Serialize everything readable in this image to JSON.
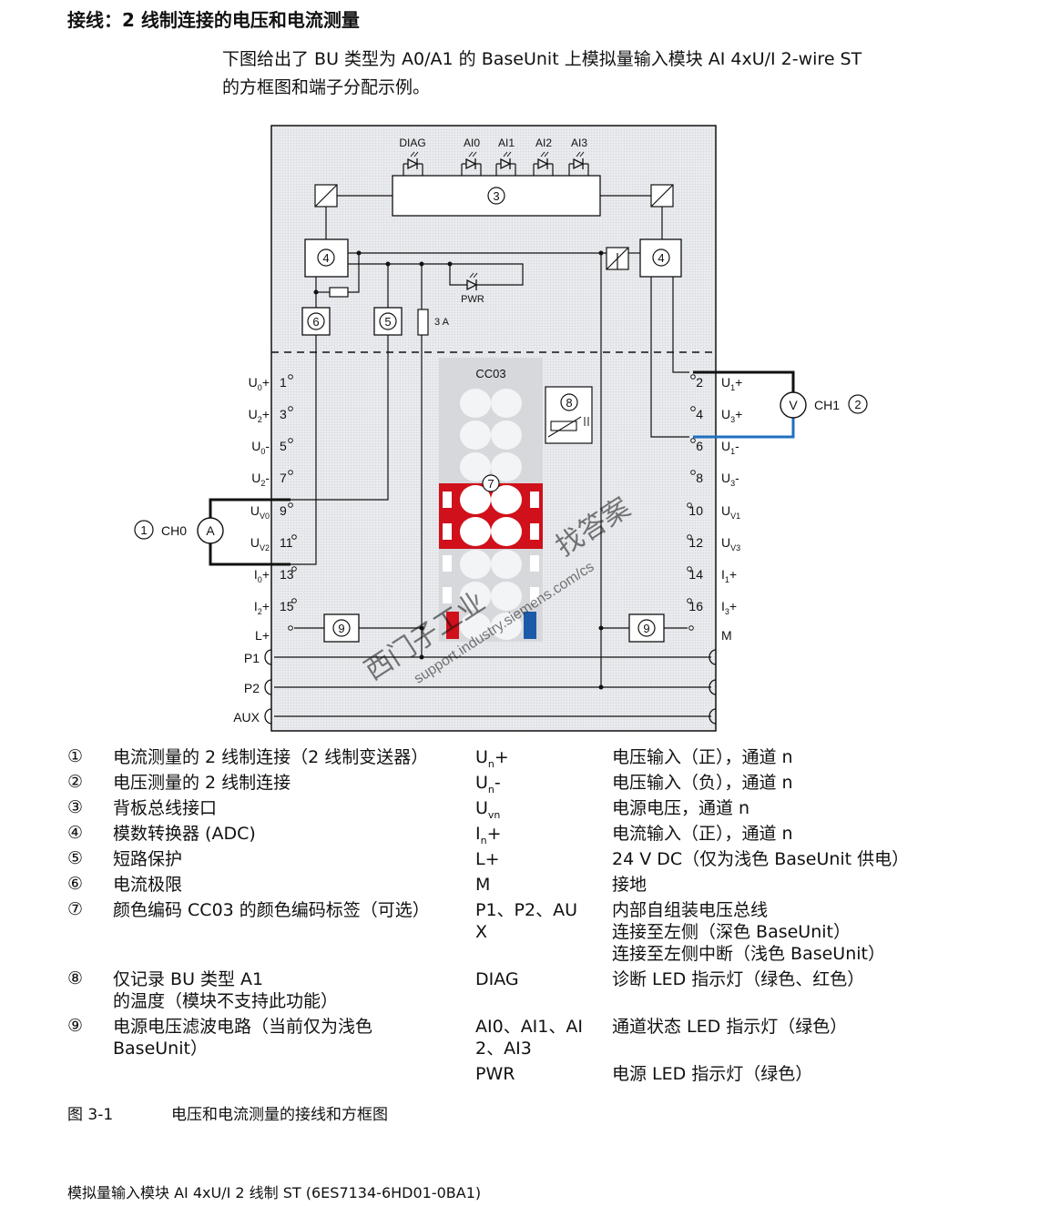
{
  "heading": "接线：2 线制连接的电压和电流测量",
  "intro": {
    "line1": "下图给出了 BU 类型为 A0/A1 的 BaseUnit 上模拟量输入模块 AI 4xU/I 2-wire ST",
    "line2": "的方框图和端子分配示例。"
  },
  "diagram": {
    "leds": [
      "DIAG",
      "AI0",
      "AI1",
      "AI2",
      "AI3"
    ],
    "pwr_label": "PWR",
    "fuse_label": "3 A",
    "cc_label": "CC03",
    "callouts": [
      "1",
      "2",
      "3",
      "4",
      "5",
      "6",
      "7",
      "8",
      "9"
    ],
    "ch0_label": "CH0",
    "ch1_label": "CH1",
    "ammeter": "A",
    "voltmeter": "V",
    "left_terminals": [
      {
        "label": "U",
        "sub": "0",
        "sign": "+",
        "num": "1"
      },
      {
        "label": "U",
        "sub": "2",
        "sign": "+",
        "num": "3"
      },
      {
        "label": "U",
        "sub": "0",
        "sign": "-",
        "num": "5"
      },
      {
        "label": "U",
        "sub": "2",
        "sign": "-",
        "num": "7"
      },
      {
        "label": "U",
        "sub": "V0",
        "sign": "",
        "num": "9"
      },
      {
        "label": "U",
        "sub": "V2",
        "sign": "",
        "num": "11"
      },
      {
        "label": "I",
        "sub": "0",
        "sign": "+",
        "num": "13"
      },
      {
        "label": "I",
        "sub": "2",
        "sign": "+",
        "num": "15"
      },
      {
        "label": "L+",
        "sub": "",
        "sign": "",
        "num": ""
      }
    ],
    "right_terminals": [
      {
        "label": "U",
        "sub": "1",
        "sign": "+",
        "num": "2"
      },
      {
        "label": "U",
        "sub": "3",
        "sign": "+",
        "num": "4"
      },
      {
        "label": "U",
        "sub": "1",
        "sign": "-",
        "num": "6"
      },
      {
        "label": "U",
        "sub": "3",
        "sign": "-",
        "num": "8"
      },
      {
        "label": "U",
        "sub": "V1",
        "sign": "",
        "num": "10"
      },
      {
        "label": "U",
        "sub": "V3",
        "sign": "",
        "num": "12"
      },
      {
        "label": "I",
        "sub": "1",
        "sign": "+",
        "num": "14"
      },
      {
        "label": "I",
        "sub": "3",
        "sign": "+",
        "num": "16"
      },
      {
        "label": "M",
        "sub": "",
        "sign": "",
        "num": ""
      }
    ],
    "buses": [
      "P1",
      "P2",
      "AUX"
    ],
    "watermark": [
      "西门子工业",
      "找答案",
      "support.industry.siemens.com/cs"
    ],
    "colors": {
      "red": "#d0101a",
      "blue": "#1a5aa8",
      "module_bg": "#e8eaed",
      "wire_blue": "#1f6fc0"
    }
  },
  "legend": [
    {
      "num": "①",
      "text": "电流测量的 2 线制连接（2 线制变送器）",
      "sym": "Un+",
      "desc": "电压输入（正），通道 n"
    },
    {
      "num": "②",
      "text": "电压测量的 2 线制连接",
      "sym": "Un-",
      "desc": "电压输入（负），通道 n"
    },
    {
      "num": "③",
      "text": "背板总线接口",
      "sym": "Uvn",
      "desc": "电源电压，通道 n"
    },
    {
      "num": "④",
      "text": "模数转换器 (ADC)",
      "sym": "In+",
      "desc": "电流输入（正），通道 n"
    },
    {
      "num": "⑤",
      "text": "短路保护",
      "sym": "L+",
      "desc": "24 V DC（仅为浅色 BaseUnit 供电）"
    },
    {
      "num": "⑥",
      "text": "电流极限",
      "sym": "M",
      "desc": "接地"
    },
    {
      "num": "⑦",
      "text": "颜色编码 CC03 的颜色编码标签（可选）",
      "sym1": "P1、P2、AU",
      "sym2": "X",
      "desc1": "内部自组装电压总线",
      "desc2": "连接至左侧（深色 BaseUnit）",
      "desc3": "连接至左侧中断（浅色 BaseUnit）"
    },
    {
      "num": "⑧",
      "text1": "仅记录 BU 类型 A1",
      "text2": "的温度（模块不支持此功能）",
      "sym": "DIAG",
      "desc": "诊断 LED 指示灯（绿色、红色）"
    },
    {
      "num": "⑨",
      "text1": "电源电压滤波电路（当前仅为浅色",
      "text2": "BaseUnit）",
      "sym1": "AI0、AI1、AI",
      "sym2": "2、AI3",
      "desc": "通道状态 LED 指示灯（绿色）"
    },
    {
      "num": "",
      "sym": "PWR",
      "desc": "电源 LED 指示灯（绿色）"
    }
  ],
  "caption": {
    "num": "图 3-1",
    "text": "电压和电流测量的接线和方框图"
  },
  "footer": "模拟量输入模块 AI 4xU/I 2 线制 ST (6ES7134-6HD01-0BA1)"
}
